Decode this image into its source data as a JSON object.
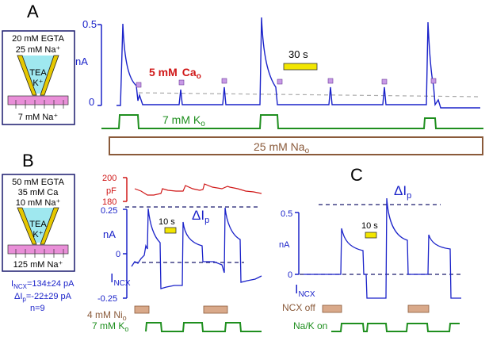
{
  "panels": {
    "a": "A",
    "b": "B",
    "c": "C"
  },
  "panelA": {
    "pipette": {
      "line1": "20 mM EGTA",
      "line2": "25 mM Na⁺",
      "line3": "TEA",
      "line4": "K⁺",
      "bath": "7 mM Na⁺"
    },
    "yaxis": {
      "unit": "nA",
      "tick_top": "0.5",
      "tick_bottom": "0"
    },
    "cao_label": "5 mM",
    "cao_ion": "Ca",
    "cao_sub": "o",
    "scale_bar": "30 s",
    "ko_label": "7 mM K",
    "ko_sub": "o",
    "nao_label": "25 mM Na",
    "nao_sub": "o"
  },
  "panelB": {
    "pipette": {
      "line1": "50 mM EGTA",
      "line2": "35 mM Ca",
      "line3": "10 mM Na⁺",
      "line4": "TEA",
      "line5": "K⁺",
      "bath": "125 mM Na⁺"
    },
    "stats": {
      "incx_pre": "I",
      "incx_sub": "NCX",
      "incx_val": "=134±24 pA",
      "dip_pre": "ΔI",
      "dip_sub": "p",
      "dip_val": "=-22±29 pA",
      "n": "n=9"
    },
    "cap_axis": {
      "unit": "pF",
      "top": "200",
      "bottom": "180"
    },
    "cur_axis": {
      "unit": "nA",
      "top": "0.25",
      "mid": "0",
      "bottom": "-0.25"
    },
    "delta_label": "ΔI",
    "delta_sub": "p",
    "scale_bar": "10 s",
    "incx_label": "I",
    "incx_label_sub": "NCX",
    "ni_label": "4 mM Ni",
    "ni_sub": "o",
    "ko_label": "7 mM K",
    "ko_sub": "o"
  },
  "panelC": {
    "yaxis": {
      "unit": "nA",
      "tick_top": "0.5",
      "tick_bottom": "0"
    },
    "delta_label": "ΔI",
    "delta_sub": "p",
    "scale_bar": "10 s",
    "incx_label": "I",
    "incx_label_sub": "NCX",
    "ncx_off": "NCX off",
    "nak_on": "Na/K on"
  },
  "colors": {
    "trace": "#1a22c9",
    "accent_red": "#d01818",
    "green": "#1f8f1f",
    "brown_fill": "#d9a98a",
    "brown_line": "#8a5a3a",
    "yellow": "#f2e600",
    "cyan": "#9fe8ef",
    "pink": "#e98fd8",
    "violet": "#c89ae6"
  }
}
